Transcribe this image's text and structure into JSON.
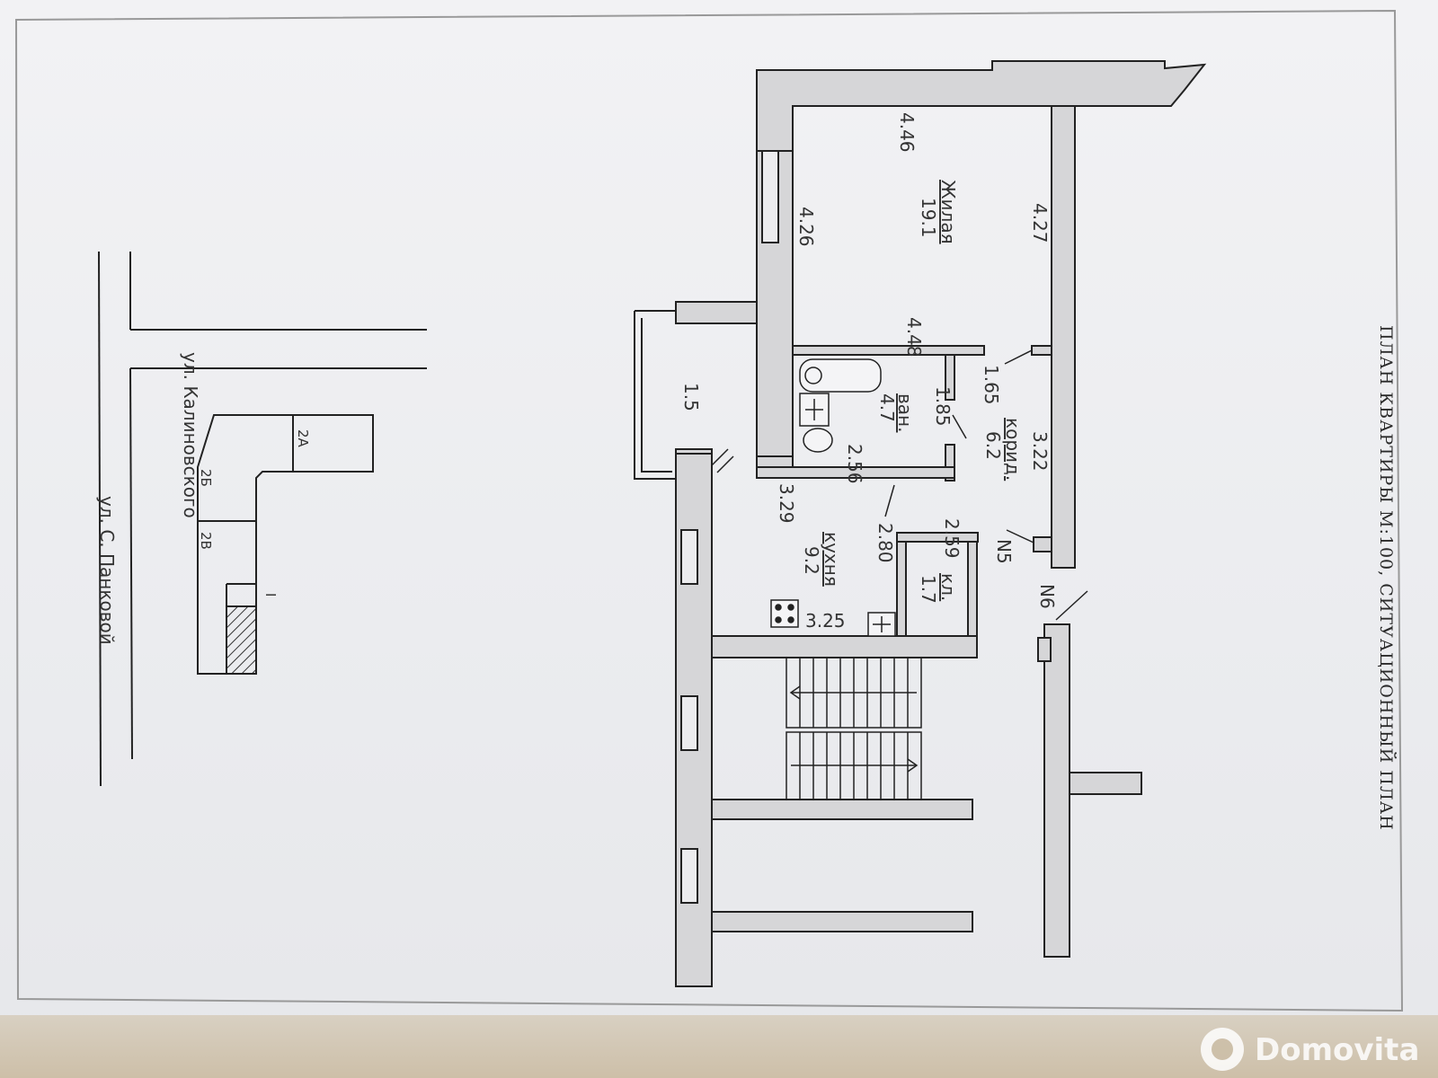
{
  "title": "ПЛАН КВАРТИРЫ М:100, СИТУАЦИОННЫЙ ПЛАН",
  "streets": {
    "kalinovsky": "ул. Калиновского",
    "pankovoy": "ул. С. Панковой"
  },
  "site_labels": {
    "block_2a": "2А",
    "block_2b": "2Б",
    "block_2v": "2В",
    "marker_i": "I"
  },
  "rooms": {
    "living": {
      "name": "Жилая",
      "area": "19.1"
    },
    "bath": {
      "name": "ван.",
      "area": "4.7"
    },
    "corridor": {
      "name": "корид.",
      "area": "6.2"
    },
    "kitchen": {
      "name": "кухня",
      "area": "9.2"
    },
    "closet": {
      "name": "кл.",
      "area": "1.7"
    },
    "balcony": {
      "area": "1.5"
    }
  },
  "dimensions": {
    "d446": "4.46",
    "d426": "4.26",
    "d427": "4.27",
    "d448": "4.48",
    "d165": "1.65",
    "d185": "1.85",
    "d256": "2.56",
    "d322": "3.22",
    "d329": "3.29",
    "d280": "2.80",
    "d259": "2.59",
    "d325": "3.25"
  },
  "apartment_numbers": {
    "n5": "N5",
    "n6": "N6"
  },
  "watermark": "Domovita",
  "colors": {
    "wall_fill": "#d6d6d8",
    "line": "#222222",
    "hatch": "#333333"
  }
}
